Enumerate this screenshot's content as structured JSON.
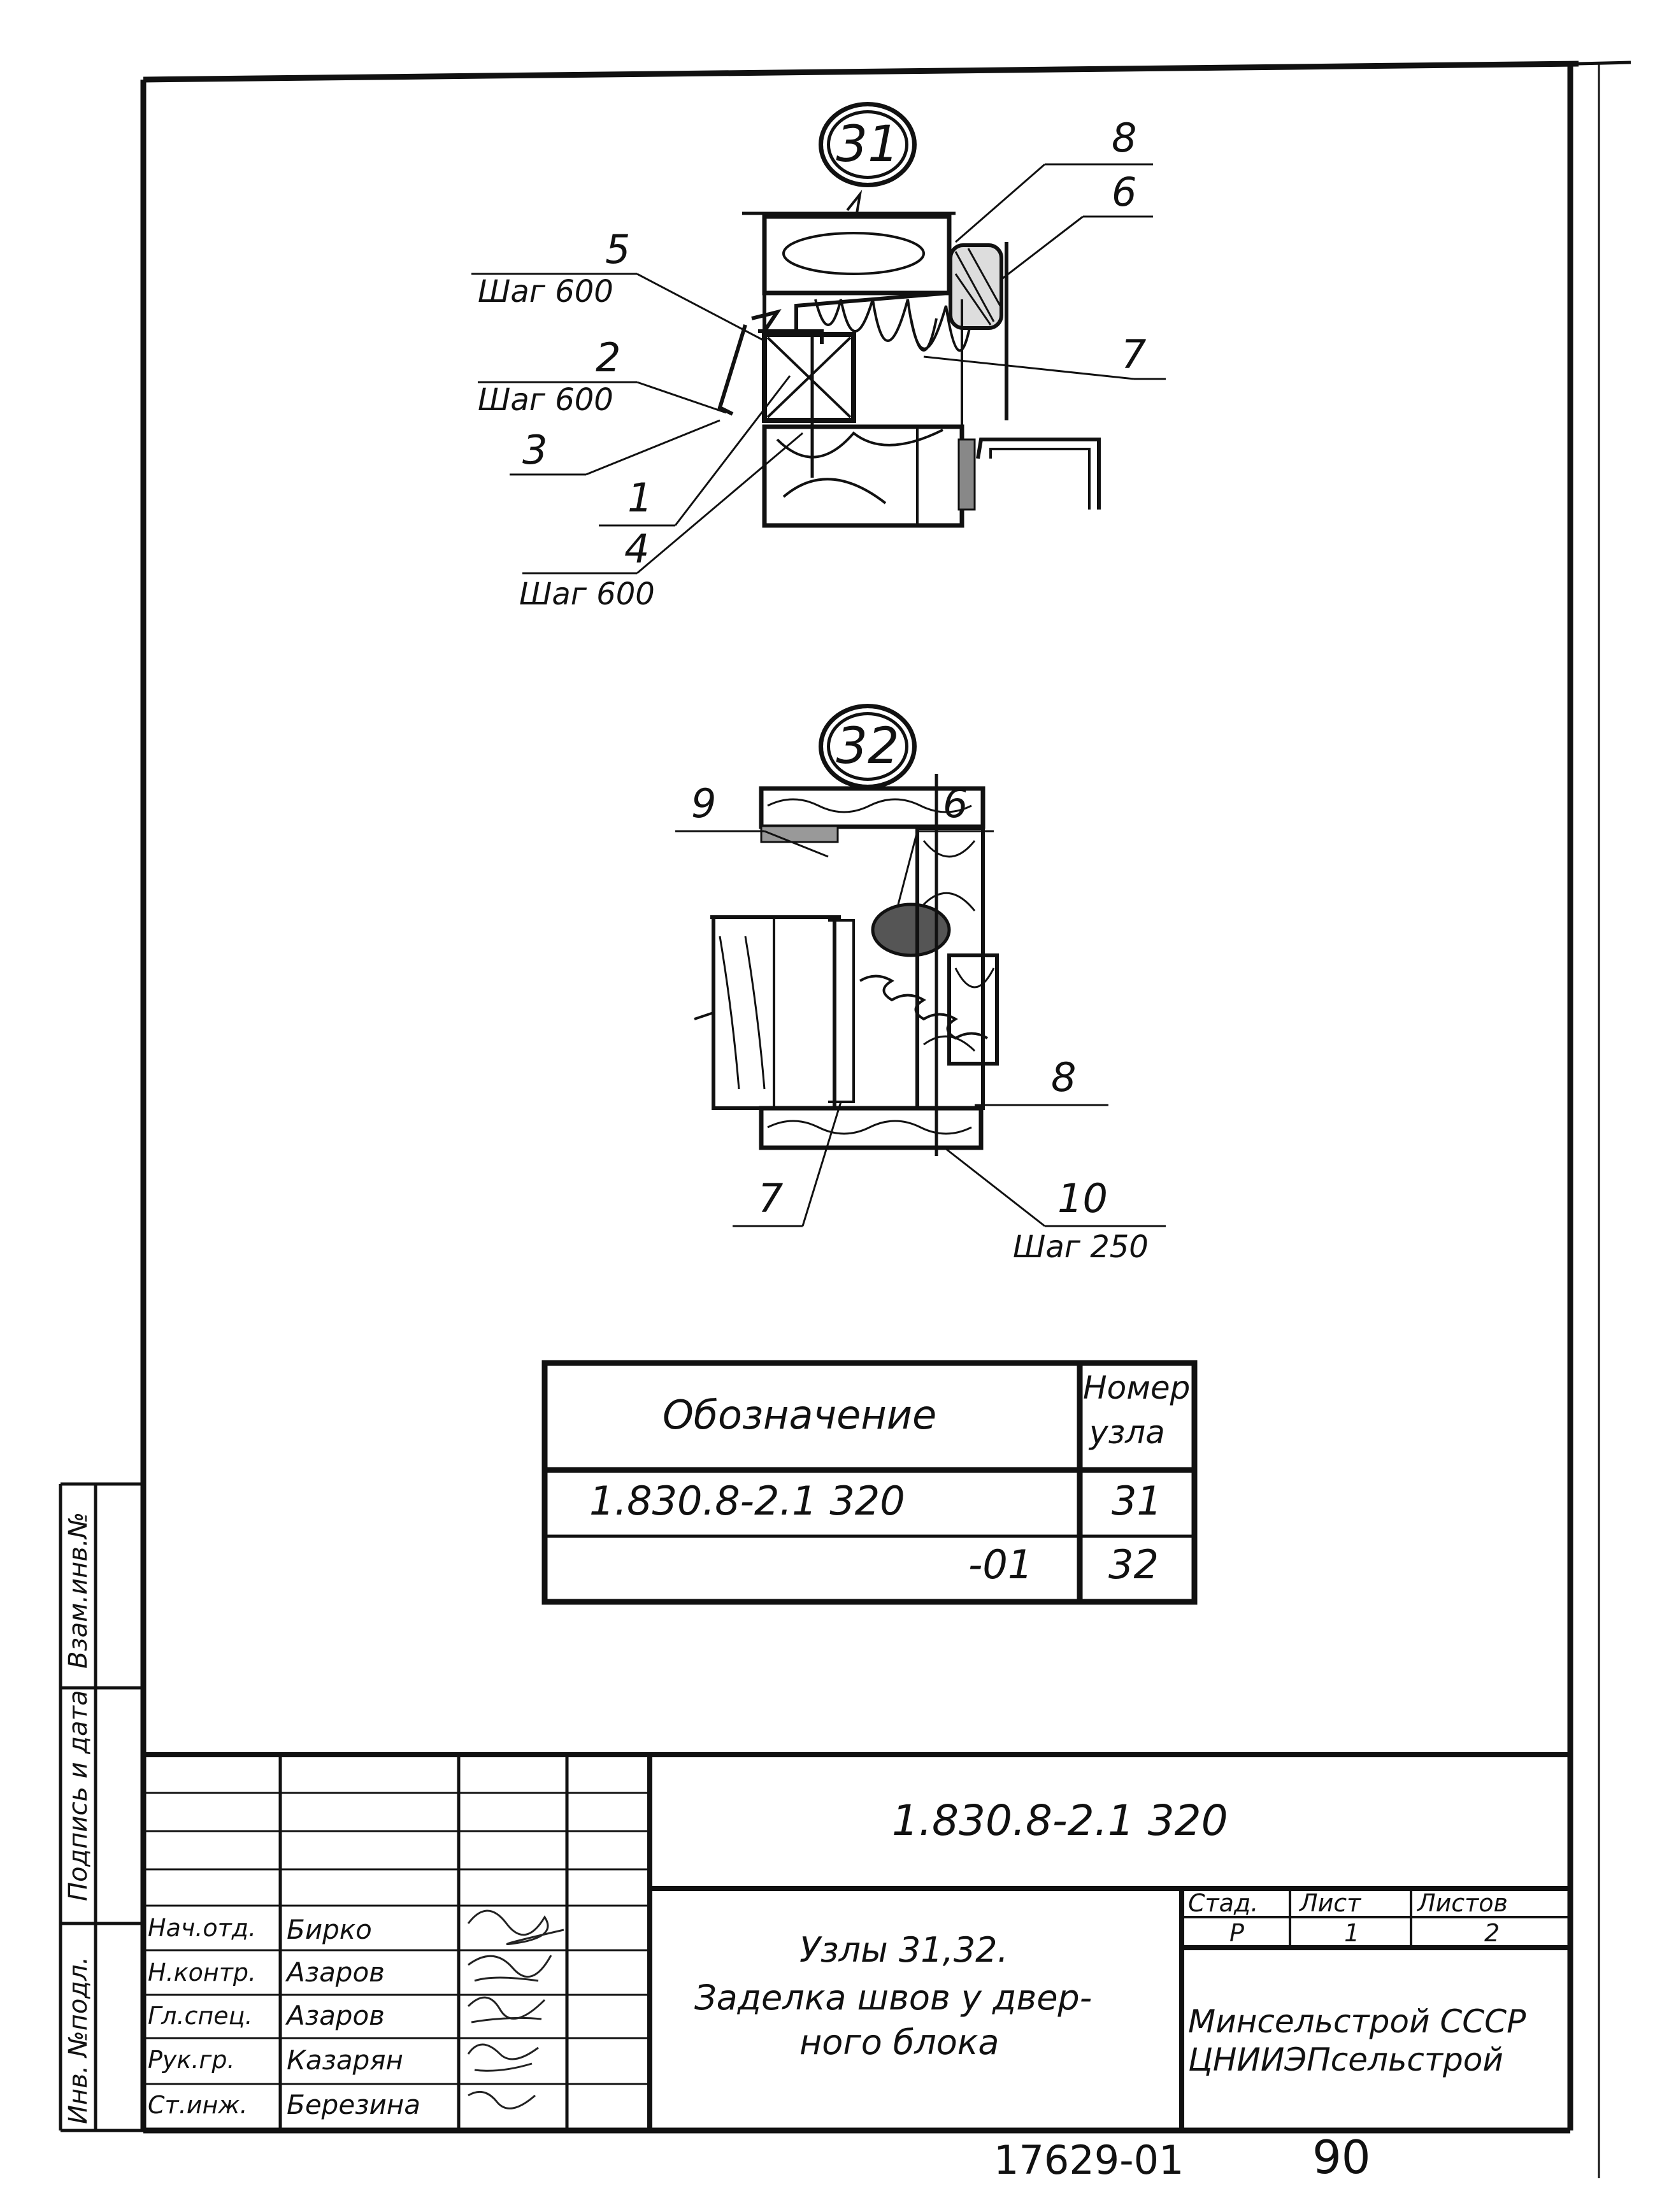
{
  "node31": {
    "circle_label": "31",
    "callouts": [
      "8",
      "6",
      "7",
      "5",
      "2",
      "3",
      "1",
      "4"
    ],
    "step_labels": [
      "Шаг 600",
      "Шаг 600",
      "Шаг 600"
    ]
  },
  "node32": {
    "circle_label": "32",
    "callouts": [
      "9",
      "6",
      "8",
      "7",
      "10"
    ],
    "step_label": "Шаг 250"
  },
  "spec_table": {
    "header_designation": "Обозначение",
    "header_node_line1": "Номер",
    "header_node_line2": "узла",
    "rows": [
      {
        "designation": "1.830.8-2.1 320",
        "node": "31"
      },
      {
        "designation": "-01",
        "node": "32"
      }
    ]
  },
  "side_stamp": {
    "inv_no_orig": "Инв. №подл.",
    "sign_date": "Подпись и дата",
    "replace_inv": "Взам.инв.№"
  },
  "title_block": {
    "doc_code": "1.830.8-2.1 320",
    "title_line1": "Узлы 31,32.",
    "title_line2": "Заделка швов у двер-",
    "title_line3": "ного блока",
    "stage_header": "Стад.",
    "sheet_header": "Лист",
    "sheets_header": "Листов",
    "stage_value": "Р",
    "sheet_value": "1",
    "sheets_value": "2",
    "org_line1": "Минсельстрой СССР",
    "org_line2": "ЦНИИЭПсельстрой",
    "staff": [
      {
        "role": "Нач.отд.",
        "name": "Бирко"
      },
      {
        "role": "Н.контр.",
        "name": "Азаров"
      },
      {
        "role": "Гл.спец.",
        "name": "Азаров"
      },
      {
        "role": "Рук.гр.",
        "name": "Казарян"
      },
      {
        "role": "Ст.инж.",
        "name": "Березина"
      }
    ]
  },
  "footer": {
    "archive_no": "17629-01",
    "page_no": "90"
  }
}
